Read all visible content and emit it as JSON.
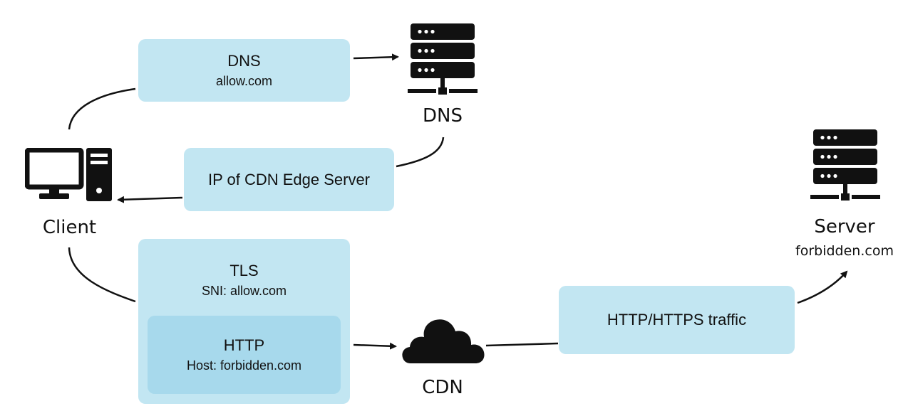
{
  "nodes": {
    "dns_server_label": "DNS",
    "client_label": "Client",
    "server_label": "Server",
    "server_domain": "forbidden.com",
    "cdn_label": "CDN"
  },
  "boxes": {
    "dns_query": {
      "title": "DNS",
      "sub": "allow.com"
    },
    "dns_response": {
      "title": "IP of CDN Edge Server"
    },
    "tls": {
      "title": "TLS",
      "sub": "SNI: allow.com"
    },
    "http": {
      "title": "HTTP",
      "sub": "Host: forbidden.com"
    },
    "traffic": {
      "title": "HTTP/HTTPS traffic"
    }
  },
  "icons": {
    "dns_server": "server-rack-icon",
    "client": "desktop-computer-icon",
    "server": "server-rack-icon",
    "cdn": "cloud-icon"
  },
  "colors": {
    "box_fill": "#c2e6f2",
    "inner_box_fill": "#a7d9ec",
    "icon_fill": "#111111",
    "line": "#111111"
  }
}
